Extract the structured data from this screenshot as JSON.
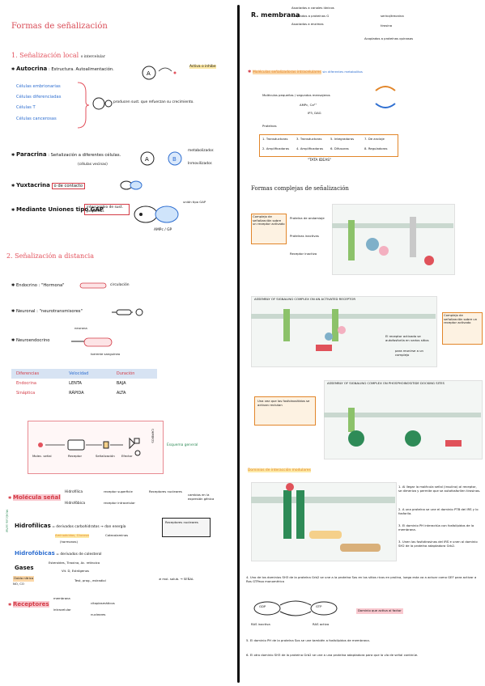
{
  "left": {
    "title": "Formas de señalización",
    "s1": "1. Señalización local",
    "s1_note": "o intercelular",
    "autocrina": "Autocrina",
    "autocrina_desc": ": Estructura. Autoalimentación.",
    "autocrina_note": "Activa o inhibe",
    "cells": [
      "Células embrionarias",
      "Células diferenciadas",
      "Células T",
      "Células cancerosas"
    ],
    "cells_desc": "producen sust. que refuerzan su crecimiento.",
    "paracrina": "Paracrina",
    "paracrina_desc": ": Señalización a diferentes células.",
    "paracrina_sub": "(células vecinas)",
    "paracrina_notes": [
      "metabolizador.",
      "Inmovilizador."
    ],
    "yuxtacrina": "Yuxtacrina",
    "yuxtacrina_desc": "o de contacto",
    "gap": "Mediante Uniones tipo GAP",
    "gap_desc": "intercambio de sust. pequeñas",
    "gap_note": "unión tipo GAP",
    "gap_amp": "AMPc / GP",
    "s2": "2. Señalización a distancia",
    "endocrino": "Endocrino",
    "endocrino_desc": ": \"Hormona\"",
    "endocrino_note": "circulación",
    "neuronal": "Neuronal",
    "neuronal_desc": ": \"neurotransmisores\"",
    "neuroendocrino": "Neuroendocrino",
    "neuroendocrino_notes": [
      "neurona",
      "torrente sanguíneo"
    ],
    "table": {
      "headers": [
        "Diferencias",
        "Velocidad",
        "Duración"
      ],
      "rows": [
        [
          "Endocrina",
          "LENTA",
          "BAJA"
        ],
        [
          "Sináptica",
          "RÁPIDA",
          "ALTA"
        ]
      ]
    },
    "diagram": {
      "labels": [
        "Molec. señal",
        "Receptor",
        "Señalización",
        "Efector"
      ],
      "right_label": "Esquema general",
      "side": "CAMBIOS"
    },
    "molecula": "Molécula señal",
    "molecula_items": [
      "Hidrofílica",
      "Hidrofóbica"
    ],
    "molecula_notes": [
      "receptor superficie",
      "receptor intracelular",
      "Receptores nucleares",
      "cambios en la expresión génica"
    ],
    "hidrofilicas": "Hidrofílicas",
    "hidrofilicas_desc": "= derivados carbohidratos → dan energía",
    "hidrofilicas_sub": [
      "Aminoácidos, Glucosa",
      "Catecolaminas",
      "(hormonas)"
    ],
    "hidrofobicas": "Hidrofóbicas",
    "hidrofobicas_desc": "= derivados de colesterol",
    "hidrofobicas_sub": [
      "Esteroides",
      "Tiroxina",
      "Ac. retinoico"
    ],
    "gases": "Gases",
    "gases_list": "NO, CO",
    "gas_note": "Óxido nítrico",
    "vitamins": "Vit. D, Estrógenos",
    "extra": "Test, prog., estradiol",
    "mol_sol": "≠ mol. solub. → SEÑAL",
    "receptores": "Receptores",
    "receptores_notes": [
      "membrana",
      "intracelular",
      "citoplasmáticos",
      "nucleares"
    ]
  },
  "right": {
    "r_membrana": "R. membrana",
    "r_items": [
      "Asociados a canales iónicos",
      "Acoplados a proteínas G",
      "Asociados a enzimas"
    ],
    "r_notes": [
      "serina/treonina",
      "tirosina",
      "Acoplados a proteínas quinasas"
    ],
    "mol_intra": "Moléculas señalizadoras intracelulares",
    "mol_intra_note": "sin diferentes metabolitos",
    "mol_items": [
      "Moléculas pequeñas / segundos mensajeros",
      "AMPc, Ca²⁺",
      "IP3, DAG"
    ],
    "prot_title": "Proteínas",
    "prot_items": [
      "1. Transductoras",
      "2. Amplificadoras",
      "3. Transductoras",
      "4. Amplificadoras",
      "5. Integradoras",
      "6. Difusoras",
      "7. De anclaje",
      "8. Reguladoras"
    ],
    "tata": "\"TATA IDEAS\"",
    "formas_title": "Formas complejas de señalización",
    "complejo_label": "Complejo de señalización sobre un receptor activado",
    "complejo_items": [
      "Proteína de andamiaje",
      "Proteínas inactivas",
      "Receptor inactivo"
    ],
    "fig_b_title": "ASSEMBLY OF SIGNALING COMPLEX ON AN ACTIVATED RECEPTOR",
    "fig_b_note": "El receptor activado se autofosforila en varios sitios",
    "fig_b_note2": "para reunirse a un complejo",
    "fig_b_side": "Complejo de señalización sobre un receptor activado",
    "fig_c_title": "ASSEMBLY OF SIGNALING COMPLEX ON PHOSPHOINOSITIDE DOCKING SITES",
    "fig_c_note": "Una vez que los fosfoinositidos se activan reclutan",
    "dominios_title": "Dominios de interacción modulares",
    "dom_notes": [
      "1. Al llegar la molécula señal (insulina) al receptor, se dimeriza y permite que se autofosforilen tirosinas.",
      "2. A una proteína se une el dominio PTB del IRS y lo fosforila.",
      "3. El dominio PH interactúa con fosfolípidos de la membrana.",
      "3. Unen las fosfotirosinas del IRS e unen al dominio SH2 de la proteína adaptadora Grb2."
    ],
    "dom_4": "4. Uno de los dominios SH3 de la proteína Grb2 se une a la proteína Sos en los sitios ricos en prolina, luego esta va a actuar como GEF para activar a Ras GTPasa monomérica",
    "dom_4_labels": [
      "GDP",
      "GTP",
      "RAS inactiva",
      "RAS activa",
      "Dominio que activa al factor"
    ],
    "dom_5": "5. El dominio PH de la proteína Sos se une también a fosfolípidos de membrana.",
    "dom_6": "6. El otro dominio SH3 de la proteína Grb2 se une a una proteína adaptadora para que la vía de señal continúe."
  }
}
